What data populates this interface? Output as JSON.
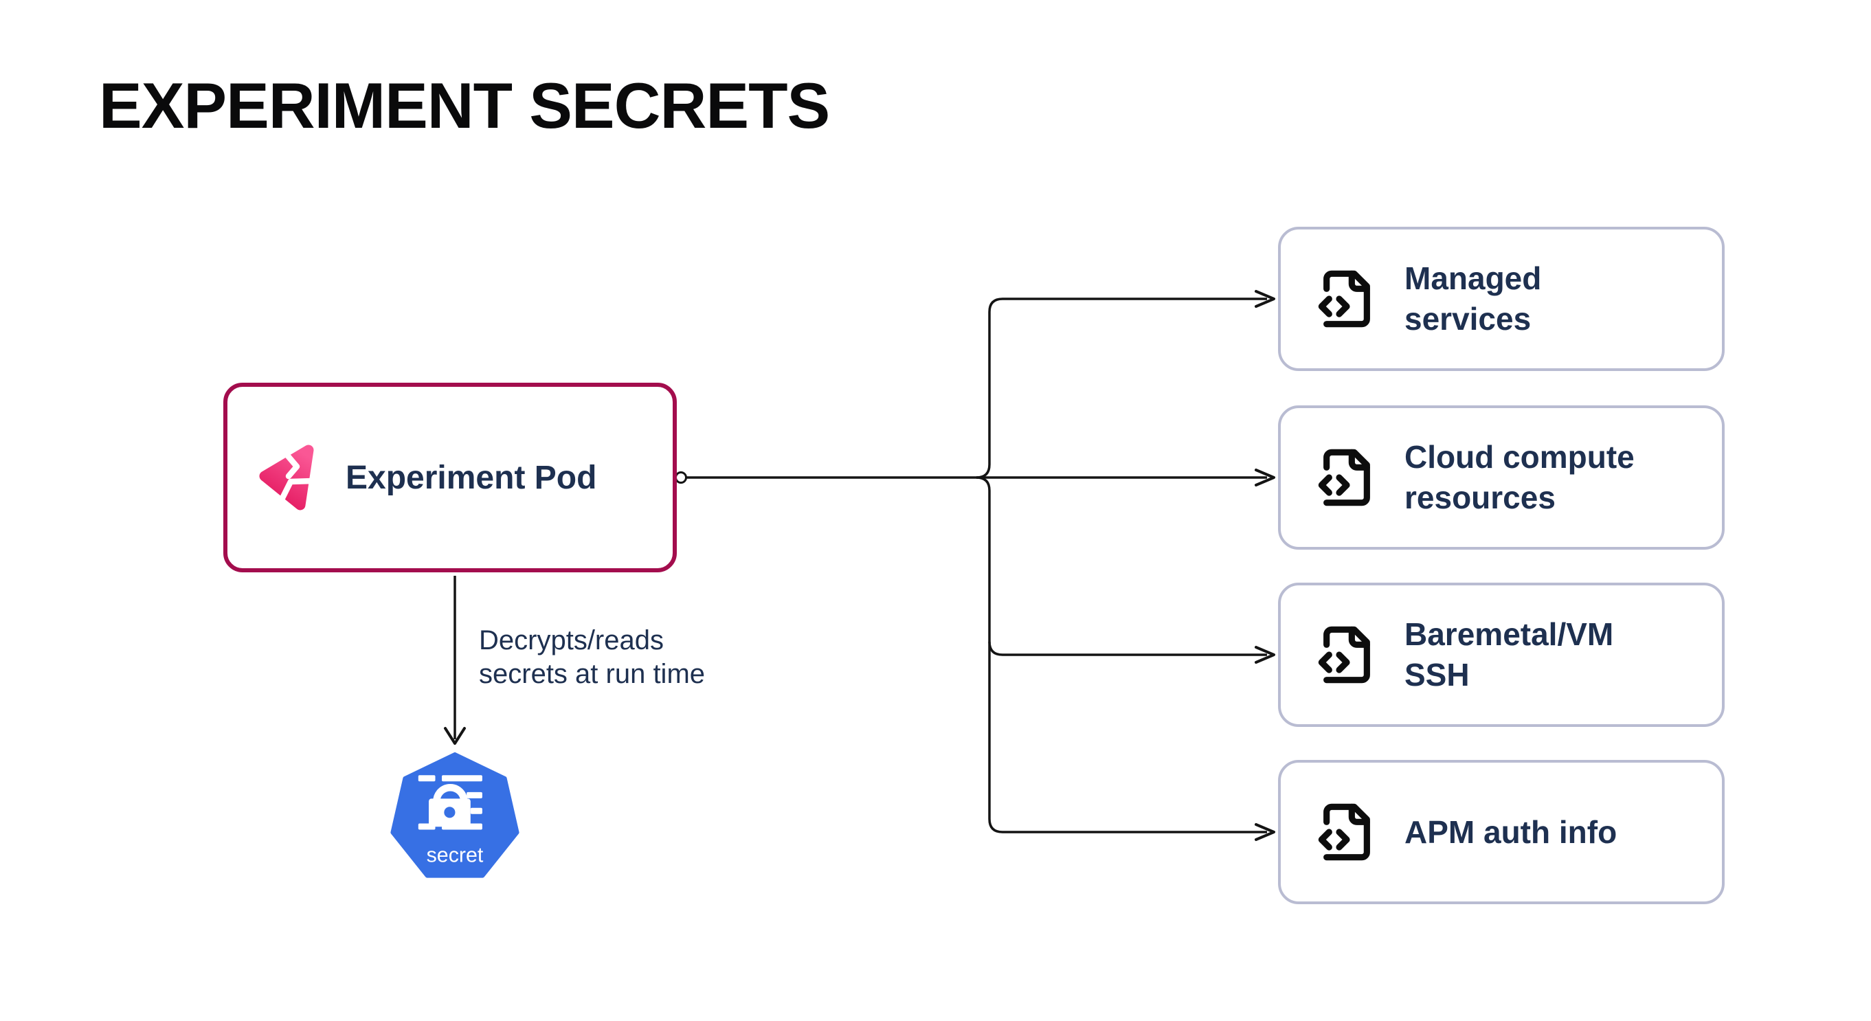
{
  "title": "EXPERIMENT SECRETS",
  "colors": {
    "pod_border": "#A30D4D",
    "text_navy": "#1E3050",
    "target_border": "#B9BCD2",
    "connector_line": "#141414",
    "kubernetes_blue": "#3770E4",
    "pod_icon_pink_light": "#FA5795",
    "pod_icon_pink_dark": "#E3175E"
  },
  "pod": {
    "label": "Experiment Pod",
    "icon": "litmus-chaos-icon"
  },
  "edge_annotation": {
    "text": "Decrypts/reads\nsecrets at run time"
  },
  "secret_node": {
    "label": "secret",
    "icon": "kubernetes-secret-icon"
  },
  "targets": [
    {
      "label": "Managed\nservices",
      "icon": "file-code-icon"
    },
    {
      "label": "Cloud compute\nresources",
      "icon": "file-code-icon"
    },
    {
      "label": "Baremetal/VM\nSSH",
      "icon": "file-code-icon"
    },
    {
      "label": "APM auth info",
      "icon": "file-code-icon"
    }
  ]
}
